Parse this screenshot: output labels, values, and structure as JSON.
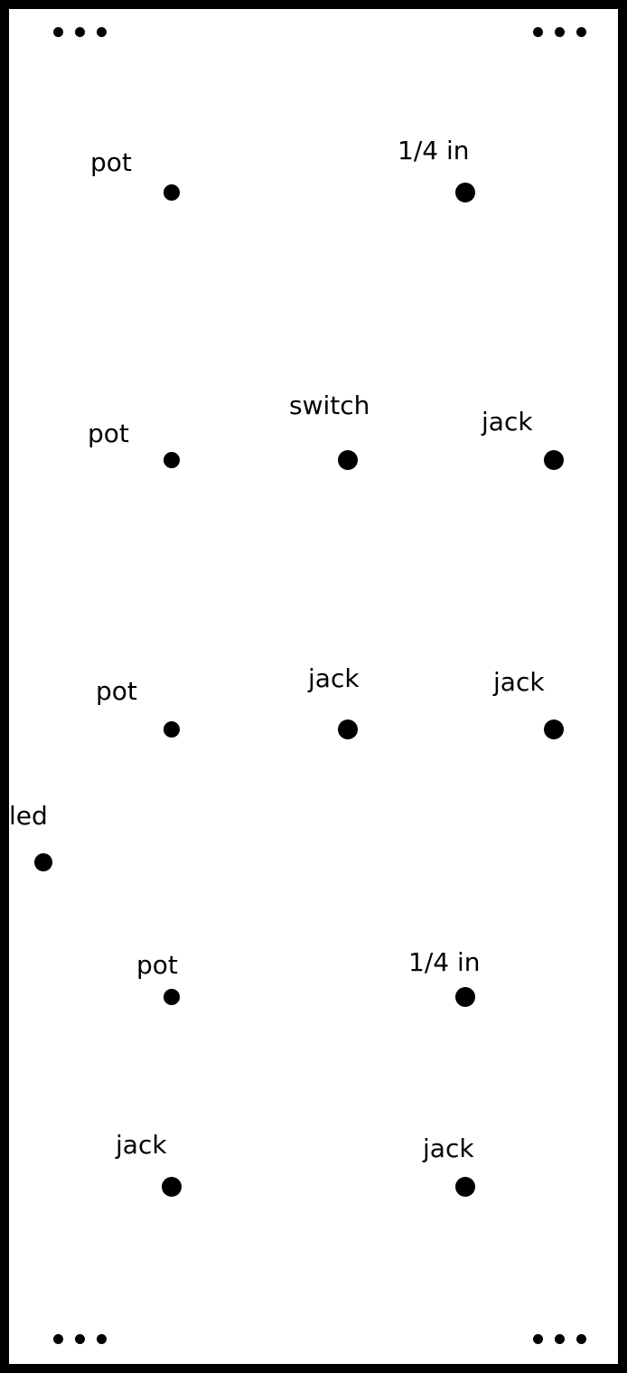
{
  "panel": {
    "background_color": "#ffffff",
    "border_color": "#000000",
    "hole_color": "#000000"
  },
  "components": [
    {
      "id": "pot-1",
      "label": "pot"
    },
    {
      "id": "quarter-inch-1",
      "label": "1/4 in"
    },
    {
      "id": "pot-2",
      "label": "pot"
    },
    {
      "id": "switch-1",
      "label": "switch"
    },
    {
      "id": "jack-1",
      "label": "jack"
    },
    {
      "id": "pot-3",
      "label": "pot"
    },
    {
      "id": "jack-2",
      "label": "jack"
    },
    {
      "id": "jack-3",
      "label": "jack"
    },
    {
      "id": "led-1",
      "label": "led"
    },
    {
      "id": "pot-4",
      "label": "pot"
    },
    {
      "id": "quarter-inch-2",
      "label": "1/4 in"
    },
    {
      "id": "jack-4",
      "label": "jack"
    },
    {
      "id": "jack-5",
      "label": "jack"
    }
  ]
}
